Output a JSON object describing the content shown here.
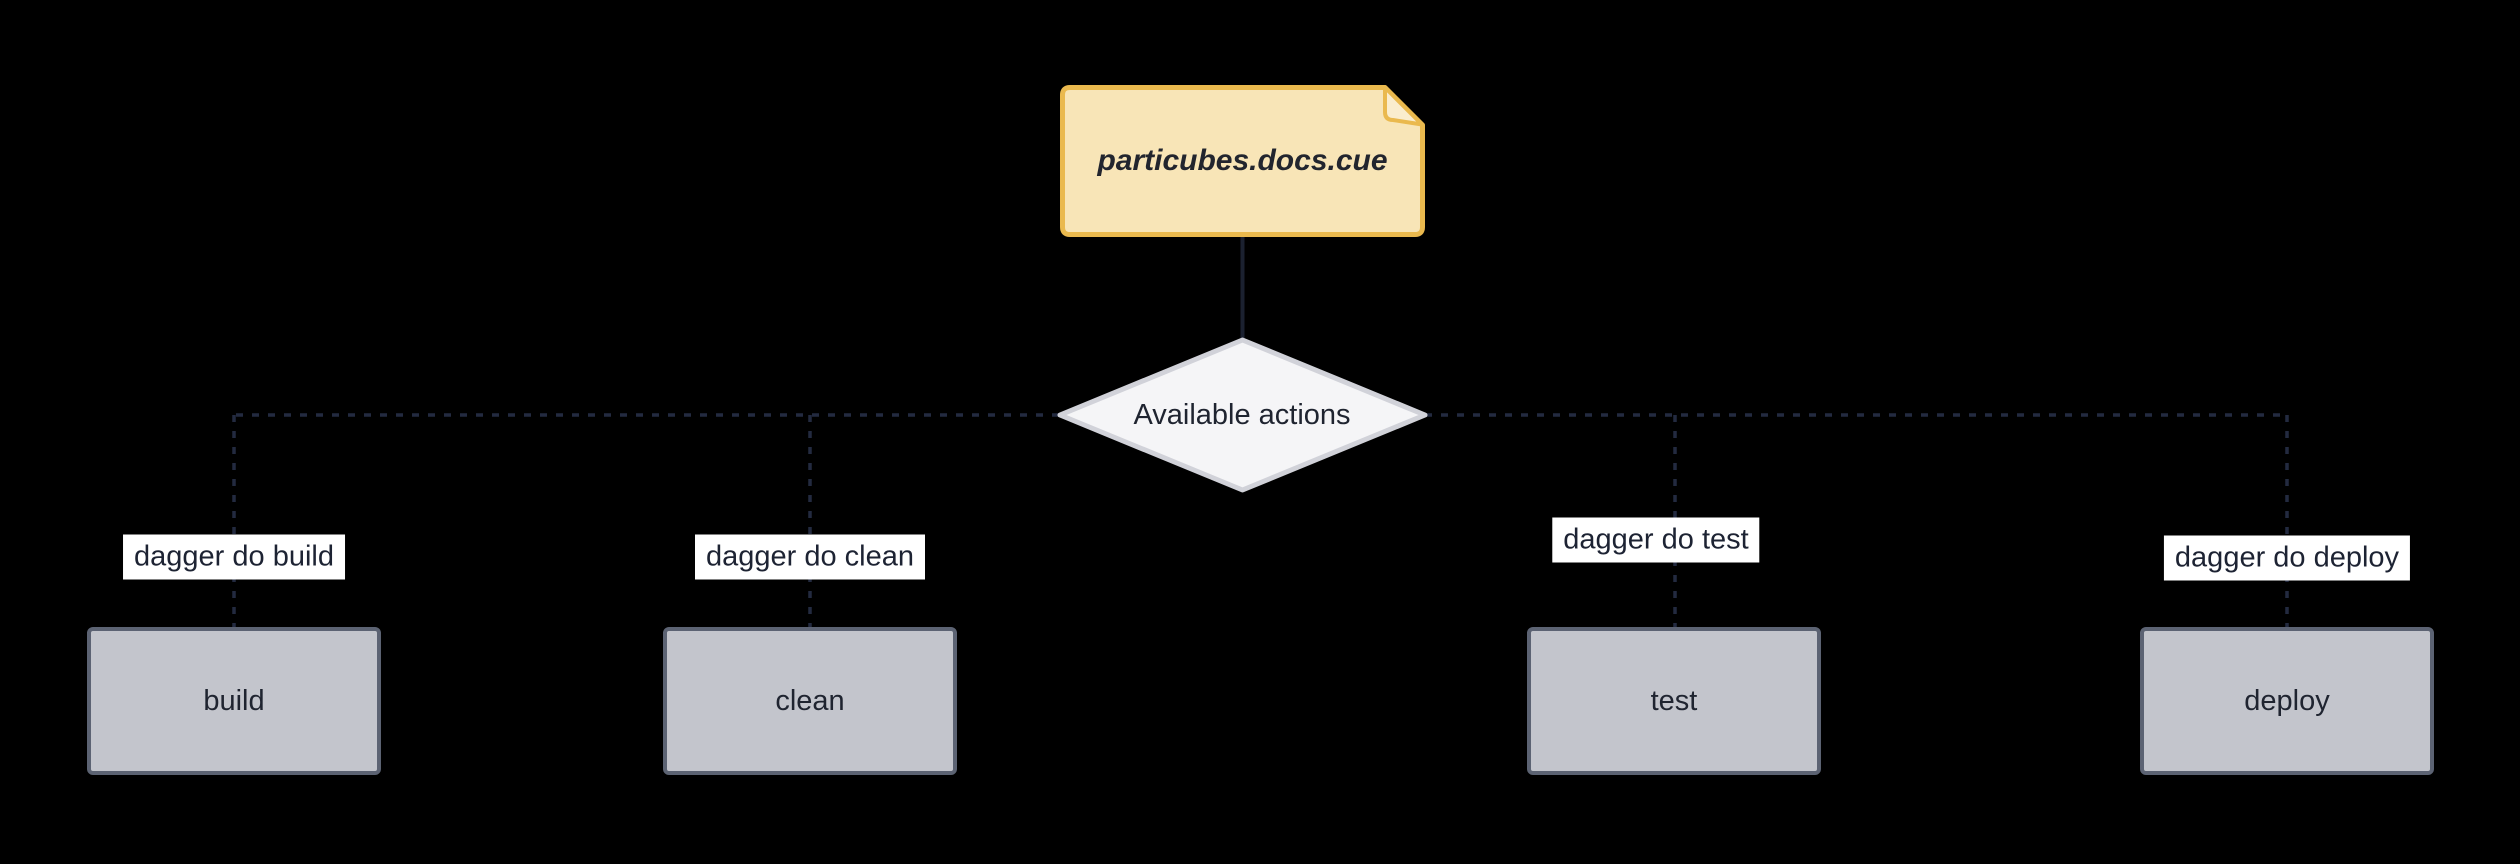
{
  "diagram": {
    "type": "flowchart",
    "background": "#000000",
    "file_node": {
      "label": "particubes.docs.cue",
      "shape": "note",
      "fill": "#F8E5B7",
      "fold_fill": "#FAEDCE",
      "border": "#EAB94E"
    },
    "decision_node": {
      "label": "Available actions",
      "shape": "diamond",
      "fill": "#F5F5F7",
      "border": "#D1D2D9"
    },
    "actions": [
      {
        "label": "build",
        "edge_label": "dagger do build"
      },
      {
        "label": "clean",
        "edge_label": "dagger do clean"
      },
      {
        "label": "test",
        "edge_label": "dagger do test"
      },
      {
        "label": "deploy",
        "edge_label": "dagger do deploy"
      }
    ],
    "action_node_style": {
      "fill": "#C3C5CC",
      "border": "#5C6373",
      "text": "#1F2430"
    },
    "edge_style": {
      "color": "#232A40",
      "solid_color": "#1B2130",
      "dashed": true
    },
    "edge_label_style": {
      "background": "#FFFFFF",
      "text": "#1D2333"
    }
  }
}
